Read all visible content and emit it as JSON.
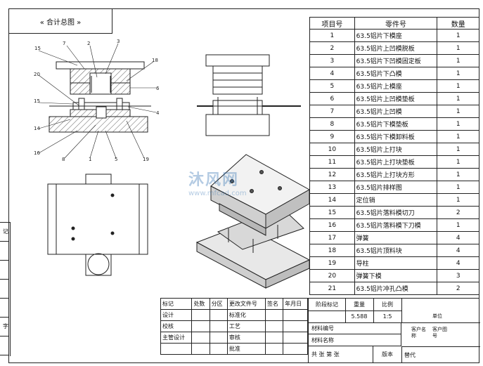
{
  "title_box": {
    "text": "« 合计总图 »"
  },
  "callouts": {
    "assembly_top": [
      "15",
      "7",
      "2",
      "3",
      "18",
      "6"
    ],
    "assembly_mid": [
      "20",
      "15",
      "4"
    ],
    "assembly_bottom": [
      "14",
      "16",
      "8",
      "1",
      "5",
      "19"
    ]
  },
  "watermark": {
    "brand": "沐风网",
    "url": "www.mfcad.com"
  },
  "bom": {
    "headers": {
      "item": "项目号",
      "part": "零件号",
      "qty": "数量"
    },
    "rows": [
      {
        "item": "1",
        "part": "63.5铝片下模座",
        "qty": "1"
      },
      {
        "item": "2",
        "part": "63.5铝片上凹模脱板",
        "qty": "1"
      },
      {
        "item": "3",
        "part": "63.5铝片下凹模固定板",
        "qty": "1"
      },
      {
        "item": "4",
        "part": "63.5铝片下凸模",
        "qty": "1"
      },
      {
        "item": "5",
        "part": "63.5铝片上模座",
        "qty": "1"
      },
      {
        "item": "6",
        "part": "63.5铝片上凹模垫板",
        "qty": "1"
      },
      {
        "item": "7",
        "part": "63.5铝片上凹模",
        "qty": "1"
      },
      {
        "item": "8",
        "part": "63.5铝片下模垫板",
        "qty": "1"
      },
      {
        "item": "9",
        "part": "63.5铝片下模卸料板",
        "qty": "1"
      },
      {
        "item": "10",
        "part": "63.5铝片上打块",
        "qty": "1"
      },
      {
        "item": "11",
        "part": "63.5铝片上打块垫板",
        "qty": "1"
      },
      {
        "item": "12",
        "part": "63.5铝片上打块方形",
        "qty": "1"
      },
      {
        "item": "13",
        "part": "63.5铝片排样图",
        "qty": "1"
      },
      {
        "item": "14",
        "part": "定位销",
        "qty": "1"
      },
      {
        "item": "15",
        "part": "63.5铝片落料模切刀",
        "qty": "2"
      },
      {
        "item": "16",
        "part": "63.5铝片落料模下刀模",
        "qty": "1"
      },
      {
        "item": "17",
        "part": "弹簧",
        "qty": "4"
      },
      {
        "item": "18",
        "part": "63.5铝片顶料块",
        "qty": "4"
      },
      {
        "item": "19",
        "part": "导柱",
        "qty": "4"
      },
      {
        "item": "20",
        "part": "弹簧下模",
        "qty": "3"
      },
      {
        "item": "21",
        "part": "63.5铝片冲孔凸模",
        "qty": "2"
      }
    ]
  },
  "title_block": {
    "left": {
      "r1": [
        "标记",
        "处数",
        "分区",
        "更改文件号",
        "签名",
        "年月日"
      ],
      "r2": [
        "设计",
        "",
        "",
        "标准化",
        "",
        ""
      ],
      "r3": [
        "校核",
        "",
        "",
        "工艺",
        "",
        ""
      ],
      "r4": [
        "主管设计",
        "",
        "",
        "审核",
        "",
        ""
      ],
      "r5": [
        "",
        "",
        "",
        "批准",
        "",
        ""
      ]
    },
    "right": {
      "stage_label": "阶段标记",
      "weight_label": "重量",
      "scale_label": "比例",
      "weight_value": "5.588",
      "scale_value": "1:5",
      "material_no": "材料编号",
      "material_name": "材料名称",
      "sheets": "共  张  第  张",
      "version": "版本",
      "replace": "替代",
      "customer_name_label": "客户名称",
      "customer_drawing_label": "客户图号",
      "unit_label": "单位"
    }
  },
  "side_strip": [
    "记",
    "",
    "",
    "",
    "",
    "字",
    ""
  ]
}
